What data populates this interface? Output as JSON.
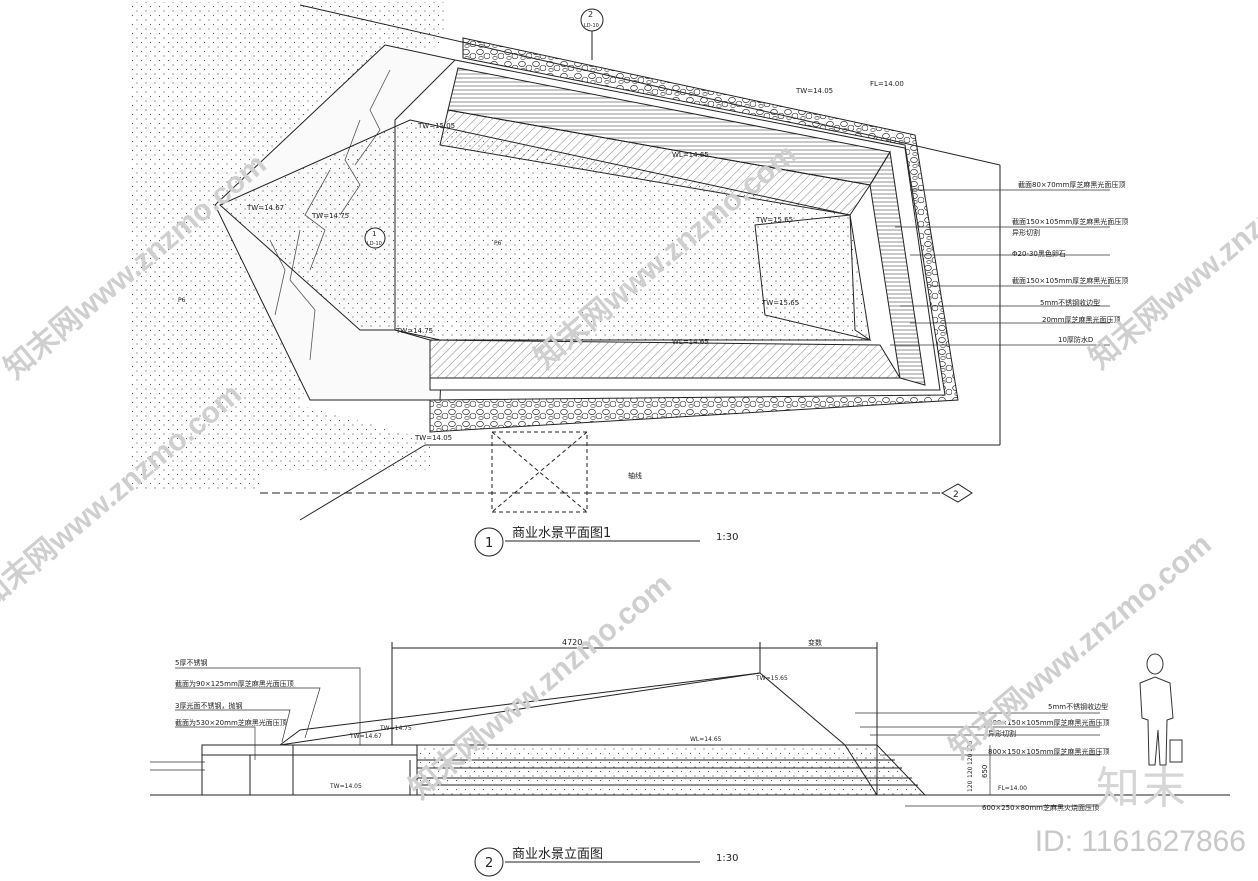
{
  "plan": {
    "title": "商业水景平面图1",
    "number": "1",
    "scale": "1:30",
    "section_marker_top": "2",
    "section_marker_top_sub": "LD-10",
    "section_marker_right": "2",
    "detail_marker": "1",
    "detail_marker_sub": "LD-10",
    "levels": [
      "TW=14.05",
      "FL=14.00",
      "TW=15.05",
      "WL=14.65",
      "TW=14.67",
      "TW=14.75",
      "TW=15.65",
      "TW=15.65",
      "TW=14.75",
      "WL=14.65",
      "TW=14.05"
    ],
    "dim_label_1": "P6",
    "dim_label_2": "P6",
    "outline_note": "轴线",
    "callouts": [
      "截面80×70mm厚芝麻黑光面压顶",
      "截面150×105mm厚芝麻黑光面压顶",
      "异形切割",
      "Φ20-30黑色卵石",
      "截面150×105mm厚芝麻黑光面压顶",
      "5mm不锈钢收边型",
      "20mm厚芝麻黑光面压顶",
      "10厚防水D"
    ]
  },
  "elevation": {
    "title": "商业水景立面图",
    "number": "2",
    "scale": "1:30",
    "dim_top": "4720",
    "dim_top_right": "变数",
    "levels": [
      "TW=15.65",
      "TW=14.67",
      "TW=14.75",
      "WL=14.65",
      "TW=14.05",
      "FL=14.00"
    ],
    "left_callouts": [
      "5厚不锈钢",
      "截面为90×125mm厚芝麻黑光面压顶",
      "3厚光面不锈钢，抛钢",
      "截面为530×20mm芝麻黑光面压顶"
    ],
    "right_callouts": [
      "5mm不锈钢收边型",
      "800×150×105mm厚芝麻黑光面压顶",
      "异形切割",
      "800×150×105mm厚芝麻黑光面压顶",
      "600×250×80mm芝麻黑火烧面压顶"
    ],
    "vertical_dims": [
      "120",
      "120",
      "120",
      "120",
      "650"
    ]
  },
  "watermark": {
    "text": "知末网www.znzmo.com",
    "brand": "知末",
    "id": "ID: 1161627866"
  }
}
